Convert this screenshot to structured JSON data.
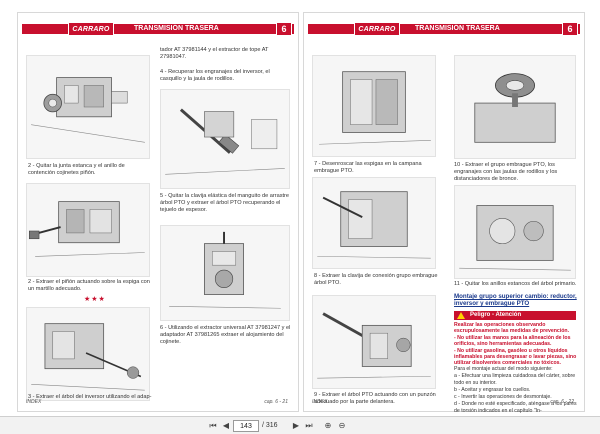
{
  "left_page": {
    "logo": "CARRARO",
    "title": "TRANSMISIÓN TRASERA",
    "number": "6",
    "captions": {
      "c2a": "2 - Quitar la junta estanca y el anillo de contención cojinetes piñón.",
      "c2b": "2 - Extraer el piñón actuando sobre la espiga con un martillo adecuado.",
      "c3": "3 - Extraer el árbol del inversor utilizando el adap-",
      "c3cont": "tador AT 37981144 y el extractor de tope AT 27981047.",
      "c4": "4 - Recuperar los engranajes del inversor, el casquillo y la jaula de rodillos.",
      "c5": "5 - Quitar la clavija elástica del manguito de arrastre árbol PTO y extraer el árbol PTO recuperando el tejuelo de espesor.",
      "c6": "6 - Utilizando el extractor universal AT 37981247 y el adaptador AT 37981265 extraer el alojamiento del cojinete."
    },
    "stars": "★★★",
    "footer_left": "INDEX",
    "footer_right": "cap. 6 - 21"
  },
  "right_page": {
    "logo": "CARRARO",
    "title": "TRANSMISIÓN TRASERA",
    "number": "6",
    "captions": {
      "c7": "7 - Desenroscar las espigas en la campana embrague PTO.",
      "c8": "8 - Extraer la clavija de conexión grupo embrague árbol PTO.",
      "c9": "9 - Extraer el árbol PTO actuando con un punzón adecuado por la parte delantera.",
      "c10": "10 - Extraer el grupo embrague PTO, los engranajes con las jaulas de rodillos y los distanciadores de bronce.",
      "c11": "11 - Quitar los anillos estancos del árbol primario."
    },
    "subhead": "Montaje grupo superior cambio: reductor, inversor y embrague PTO",
    "warning_title": "Peligro - Atención",
    "warning_lines": [
      "Realizar las operaciones observando escrupulosamente las medidas de prevención.",
      "- No utilizar las manos para la alineación de los orificios, sino herramientas adecuadas.",
      "- No utilizar gasolina, gasóleo u otros líquidos inflamables para desengrasar o lavar piezas, sino utilizar disolventes comerciales no tóxicos."
    ],
    "steps": [
      "Para el montaje actuar del modo siguiente:",
      "a - Efectuar una limpieza cuidadosa del cárter, sobre todo en su interior.",
      "b - Aceitar y engrasar los cuellos.",
      "c - Invertir las operaciones de desmontaje.",
      "d - Donde no esté especificado, aténgase a los pares de torsión indicados en el capítulo \"In-"
    ],
    "footer_left": "INDEX",
    "footer_right": "cap. 6 - 22"
  },
  "toolbar": {
    "current_page": "143",
    "total_pages": "/ 316"
  },
  "colors": {
    "brand_red": "#c8102e",
    "link_blue": "#1b3a8c"
  }
}
